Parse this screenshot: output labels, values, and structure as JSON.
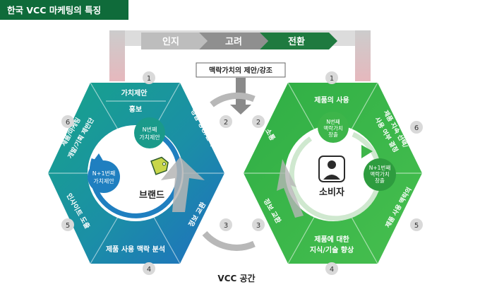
{
  "title": "한국 VCC 마케팅의 특징",
  "flow": {
    "stage1": "인지",
    "stage2": "고려",
    "stage3": "전환"
  },
  "proposal": "맥락가치의 제안/강조",
  "footer": "VCC 공간",
  "brand": {
    "name": "브랜드",
    "seg1": "가치제안",
    "seg1b": "홍보",
    "seg2": "경험 생성/관리",
    "seg3": "정보 교환",
    "seg4": "제품 사용 맥락 분석",
    "seg5": "인사이트 도출",
    "seg6a": "제품/마케팅",
    "seg6b": "개발/기획 제반단",
    "inner_top_a": "N번째",
    "inner_top_b": "가치제안",
    "inner_left_a": "N+1번째",
    "inner_left_b": "가치제안",
    "nums": [
      "1",
      "2",
      "3",
      "4",
      "5",
      "6"
    ]
  },
  "consumer": {
    "name": "소비자",
    "seg1": "제품의 사용",
    "seg2": "소통",
    "seg3": "정보 교환",
    "seg4a": "제품에 대한",
    "seg4b": "지식/기술 향상",
    "seg5": "제품 사용 맥락의",
    "seg6a": "제품 지속 선택/",
    "seg6b": "사용 여부 결정",
    "inner_top_a": "N번째",
    "inner_top_b": "맥락가치",
    "inner_top_c": "창출",
    "inner_right_a": "N+1번째",
    "inner_right_b": "맥락가치",
    "inner_right_c": "창출",
    "nums": [
      "1",
      "2",
      "3",
      "4",
      "5",
      "6"
    ]
  },
  "colors": {
    "dark_green": "#0f6b3a",
    "brand_teal": "#1a9a8a",
    "brand_blue": "#1f7fc0",
    "consumer_green": "#3db54a",
    "grey_arrow": "#a9a9a9"
  }
}
